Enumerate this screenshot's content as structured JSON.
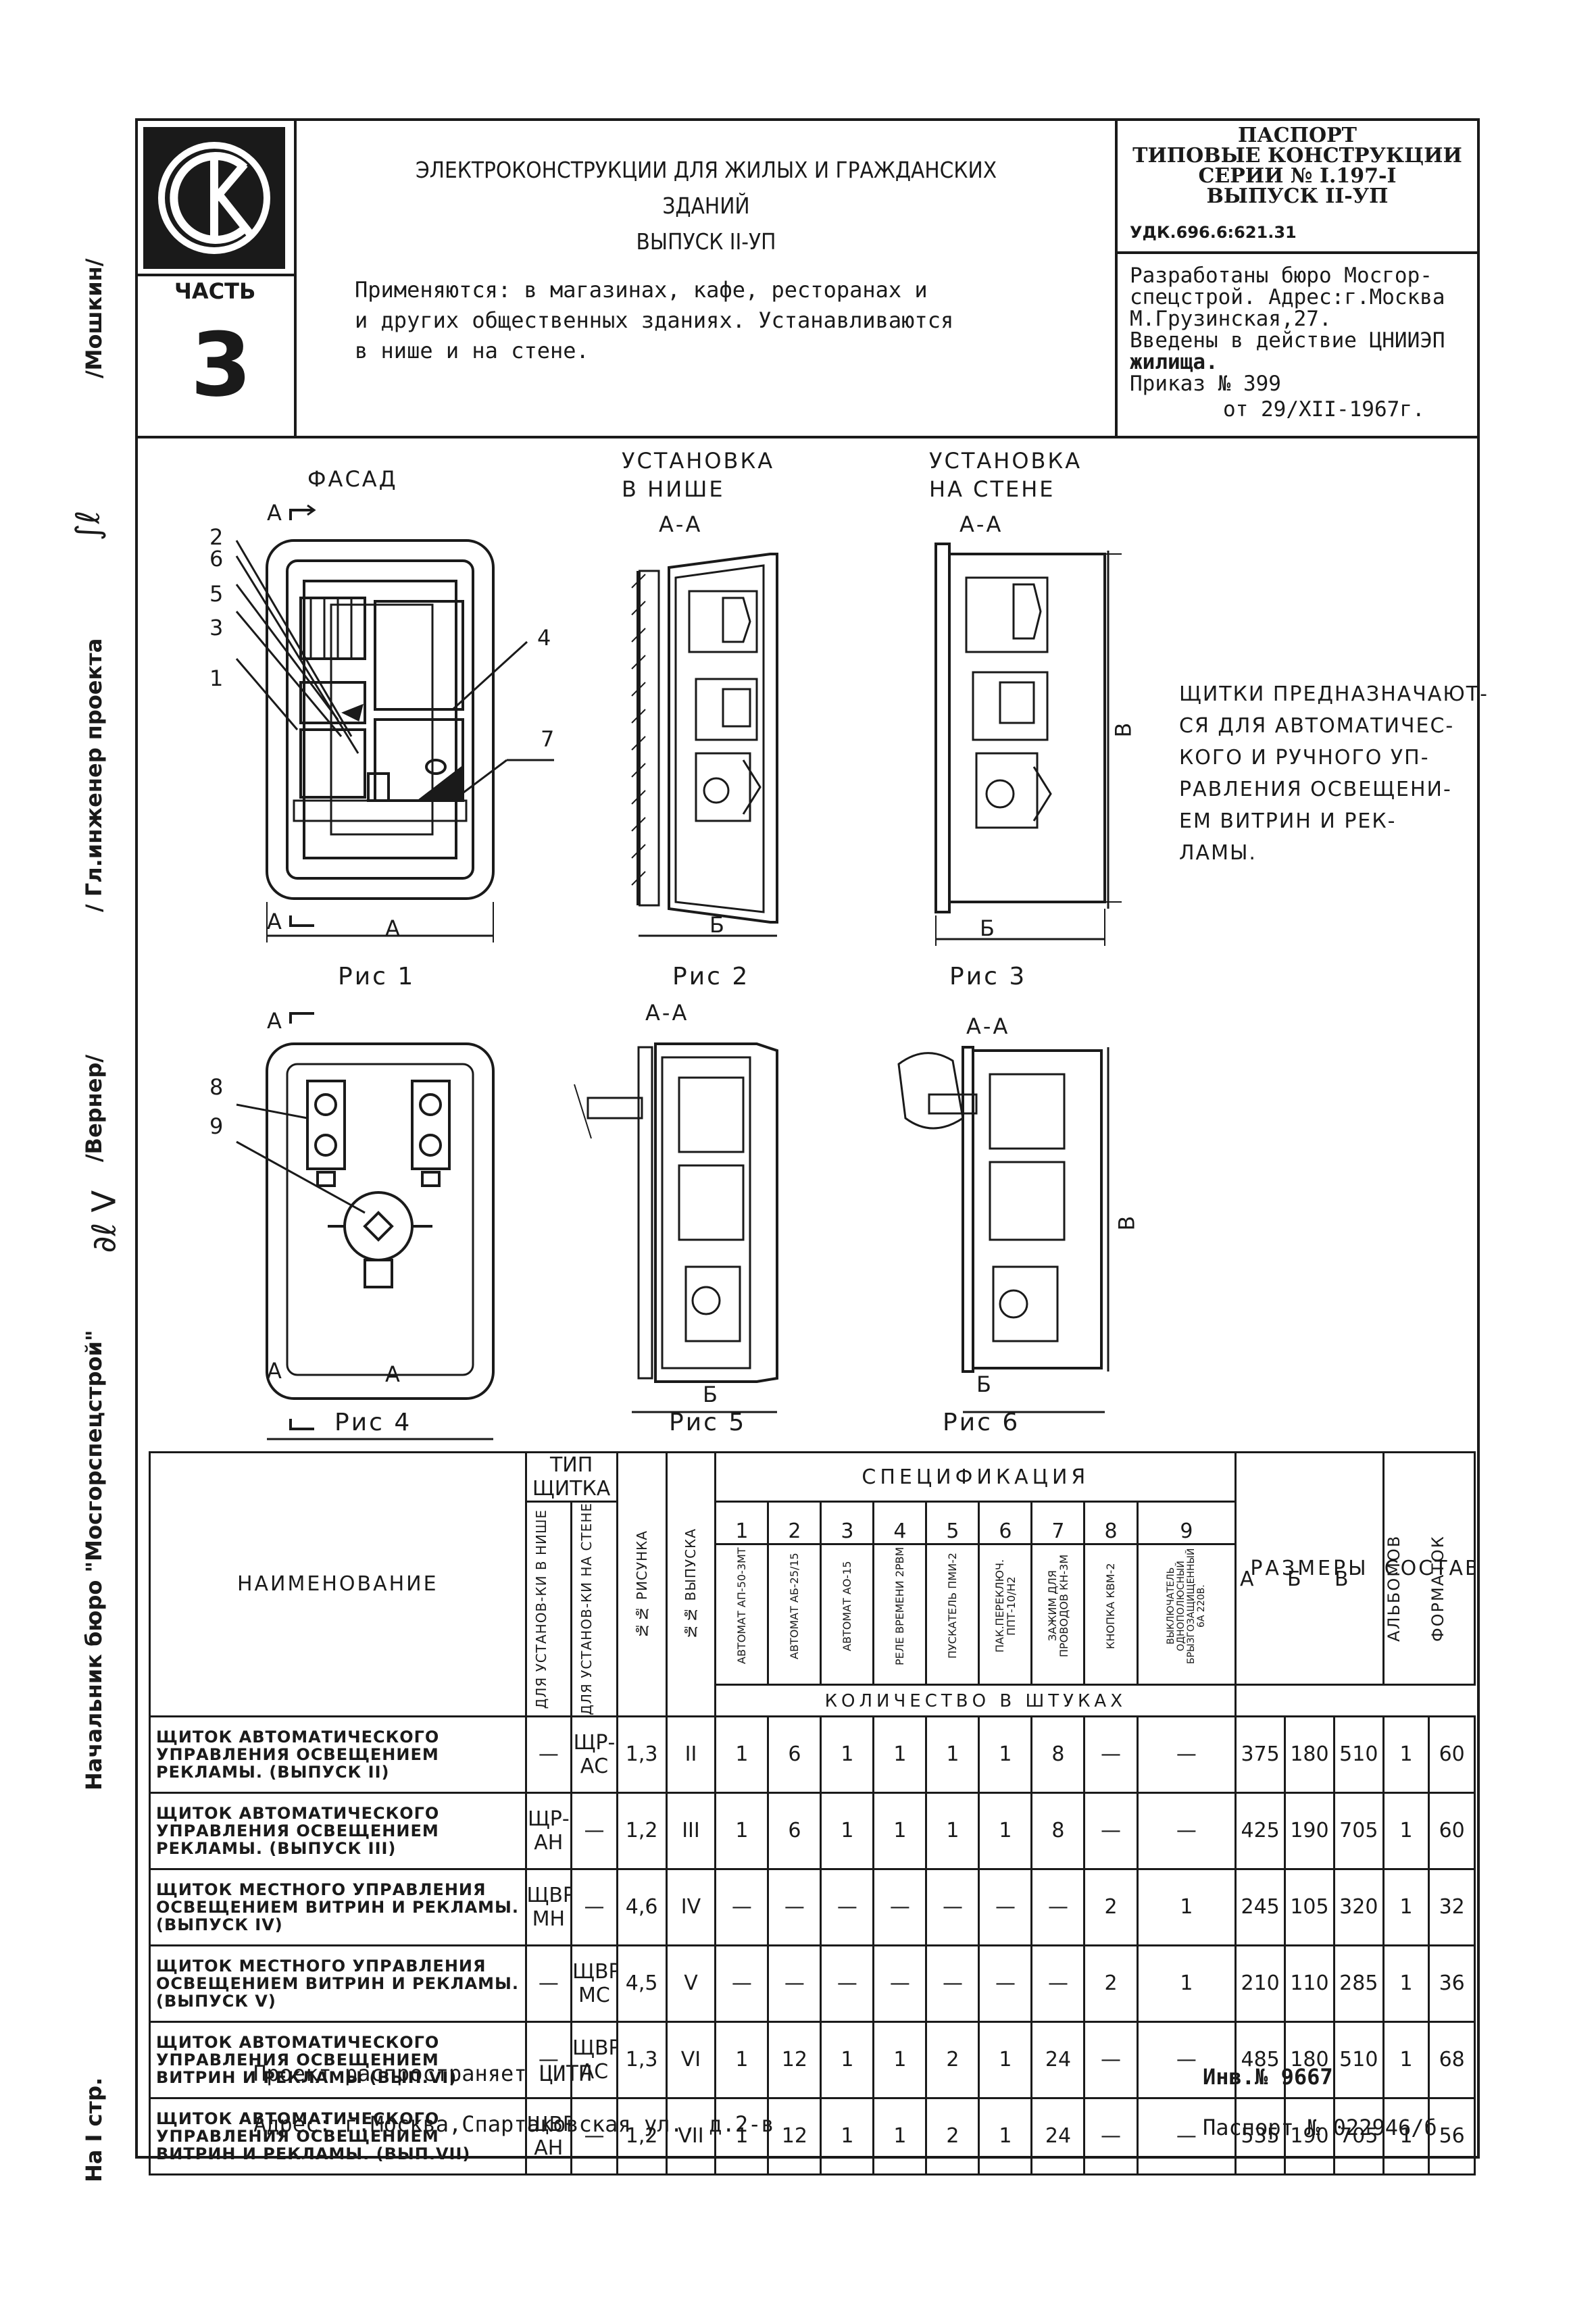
{
  "side_labels": {
    "author": "/Мошкин/",
    "chief_engineer": "/ Гл.инженер проекта",
    "verner": "/Вернер/",
    "bureau_head": "Начальник бюро \"Мосгорспецстрой\"",
    "sheet": "На I стр."
  },
  "header": {
    "part_label": "ЧАСТЬ",
    "part_number": "3",
    "title_line1": "ЭЛЕКТРОКОНСТРУКЦИИ ДЛЯ ЖИЛЫХ И ГРАЖДАНСКИХ",
    "title_line2": "ЗДАНИЙ",
    "title_line3": "ВЫПУСК II-УП",
    "usage_line1": "Применяются: в магазинах, кафе, ресторанах и",
    "usage_line2": "и других общественных зданиях. Устанавливаются",
    "usage_line3": "в нише и на стене.",
    "passport_line1": "ПАСПОРТ",
    "passport_line2": "ТИПОВЫЕ КОНСТРУКЦИИ",
    "passport_line3": "СЕРИИ № I.197-I",
    "passport_line4": "ВЫПУСК II-УП",
    "udk": "УДК.696.6:621.31",
    "dev_line1": "Разработаны бюро Мосгор-",
    "dev_line2": "спецстрой. Адрес:г.Москва",
    "dev_line3": "М.Грузинская,27.",
    "dev_line4": "Введены в действие ЦНИИЭП",
    "dev_line5": "жилища.",
    "dev_line6": "Приказ № 399",
    "dev_line7": "от 29/XII-1967г."
  },
  "drawings": {
    "facade_title": "ФАСАД",
    "niche_title1": "УСТАНОВКА",
    "niche_title2": "В НИШЕ",
    "wall_title1": "УСТАНОВКА",
    "wall_title2": "НА СТЕНЕ",
    "section": "А-А",
    "section_mark": "А",
    "dim_a": "А",
    "dim_b": "Б",
    "dim_v": "В",
    "fig1": "Рис 1",
    "fig2": "Рис 2",
    "fig3": "Рис 3",
    "fig4": "Рис 4",
    "fig5": "Рис 5",
    "fig6": "Рис 6",
    "callouts": [
      "1",
      "2",
      "3",
      "4",
      "5",
      "6",
      "7",
      "8",
      "9"
    ],
    "note_line1": "ЩИТКИ ПРЕДНАЗНАЧАЮТ-",
    "note_line2": "СЯ ДЛЯ АВТОМАТИЧЕС-",
    "note_line3": "КОГО И РУЧНОГО УП-",
    "note_line4": "РАВЛЕНИЯ ОСВЕЩЕНИ-",
    "note_line5": "ЕМ ВИТРИН И РЕК-",
    "note_line6": "ЛАМЫ."
  },
  "table": {
    "name_header": "НАИМЕНОВАНИЕ",
    "type_header": "ТИП ЩИТКА",
    "type_niche": "ДЛЯ УСТАНОВ-КИ В НИШЕ",
    "type_wall": "ДЛЯ УСТАНОВ-КИ НА СТЕНЕ",
    "fig_no": "№№ РИСУНКА",
    "issue_no": "№№ ВЫПУСКА",
    "spec_header": "СПЕЦИФИКАЦИЯ",
    "spec_numbers": [
      "1",
      "2",
      "3",
      "4",
      "5",
      "6",
      "7",
      "8",
      "9"
    ],
    "spec_items": [
      "АВТОМАТ АП-50-3МТ",
      "АВТОМАТ АБ-25/15",
      "АВТОМАТ АО-15",
      "РЕЛЕ ВРЕМЕНИ 2РВМ",
      "ПУСКАТЕЛЬ ПМИ-2",
      "ПАК.ПЕРЕКЛЮЧ. ППТ-10/Н2",
      "ЗАЖИМ ДЛЯ ПРОВОДОВ КН-3М",
      "КНОПКА КВМ-2",
      "ВЫКЛЮЧАТЕЛЬ ОДНОПОЛЮСНЫЙ БРЫЗГОЗАЩИЩЕННЫЙ 6А 220В."
    ],
    "qty_header": "КОЛИЧЕСТВО В ШТУКАХ",
    "sizes_header": "РАЗМЕРЫ",
    "size_cols": [
      "А",
      "Б",
      "В"
    ],
    "comp_header": "СОСТАВ",
    "comp_albums": "АЛЬБОМОВ",
    "comp_formats": "ФОРМАТОК",
    "rows": [
      {
        "name": "ЩИТОК АВТОМАТИЧЕСКОГО УПРАВЛЕНИЯ ОСВЕЩЕНИЕМ РЕКЛАМЫ. (ВЫПУСК II)",
        "niche": "—",
        "wall": "ЩР-АС",
        "fig": "1,3",
        "issue": "II",
        "q": [
          "1",
          "6",
          "1",
          "1",
          "1",
          "1",
          "8",
          "—",
          "—"
        ],
        "a": "375",
        "b": "180",
        "v": "510",
        "albums": "1",
        "formats": "60"
      },
      {
        "name": "ЩИТОК АВТОМАТИЧЕСКОГО УПРАВЛЕНИЯ ОСВЕЩЕНИЕМ РЕКЛАМЫ. (ВЫПУСК III)",
        "niche": "ЩР-АН",
        "wall": "—",
        "fig": "1,2",
        "issue": "III",
        "q": [
          "1",
          "6",
          "1",
          "1",
          "1",
          "1",
          "8",
          "—",
          "—"
        ],
        "a": "425",
        "b": "190",
        "v": "705",
        "albums": "1",
        "formats": "60"
      },
      {
        "name": "ЩИТОК МЕСТНОГО УПРАВЛЕНИЯ ОСВЕЩЕНИЕМ ВИТРИН И РЕКЛАМЫ. (ВЫПУСК IV)",
        "niche": "ЩВР-МН",
        "wall": "—",
        "fig": "4,6",
        "issue": "IV",
        "q": [
          "—",
          "—",
          "—",
          "—",
          "—",
          "—",
          "—",
          "2",
          "1"
        ],
        "a": "245",
        "b": "105",
        "v": "320",
        "albums": "1",
        "formats": "32"
      },
      {
        "name": "ЩИТОК МЕСТНОГО УПРАВЛЕНИЯ ОСВЕЩЕНИЕМ ВИТРИН И РЕКЛАМЫ. (ВЫПУСК V)",
        "niche": "—",
        "wall": "ЩВР-МС",
        "fig": "4,5",
        "issue": "V",
        "q": [
          "—",
          "—",
          "—",
          "—",
          "—",
          "—",
          "—",
          "2",
          "1"
        ],
        "a": "210",
        "b": "110",
        "v": "285",
        "albums": "1",
        "formats": "36"
      },
      {
        "name": "ЩИТОК АВТОМАТИЧЕСКОГО УПРАВЛЕНИЯ ОСВЕЩЕНИЕМ ВИТРИН И РЕКЛАМЫ (ВЫП.VI)",
        "niche": "—",
        "wall": "ЩВР-АС",
        "fig": "1,3",
        "issue": "VI",
        "q": [
          "1",
          "12",
          "1",
          "1",
          "2",
          "1",
          "24",
          "—",
          "—"
        ],
        "a": "485",
        "b": "180",
        "v": "510",
        "albums": "1",
        "formats": "68"
      },
      {
        "name": "ЩИТОК АВТОМАТИЧЕСКОГО УПРАВЛЕНИЯ ОСВЕЩЕНИЕМ ВИТРИН И РЕКЛАМЫ. (ВЫП.VII)",
        "niche": "ЩВР-АН",
        "wall": "—",
        "fig": "1,2",
        "issue": "VII",
        "q": [
          "1",
          "12",
          "1",
          "1",
          "2",
          "1",
          "24",
          "—",
          "—"
        ],
        "a": "535",
        "b": "190",
        "v": "705",
        "albums": "1",
        "formats": "56"
      }
    ]
  },
  "footer": {
    "line1": "Проект распространяет ЦИТП",
    "line2": "Адрес: г.Москва,Спартаковская ул., д.2-в",
    "inv": "Инв.№ 9667",
    "passport": "Паспорт № 022946/б"
  }
}
